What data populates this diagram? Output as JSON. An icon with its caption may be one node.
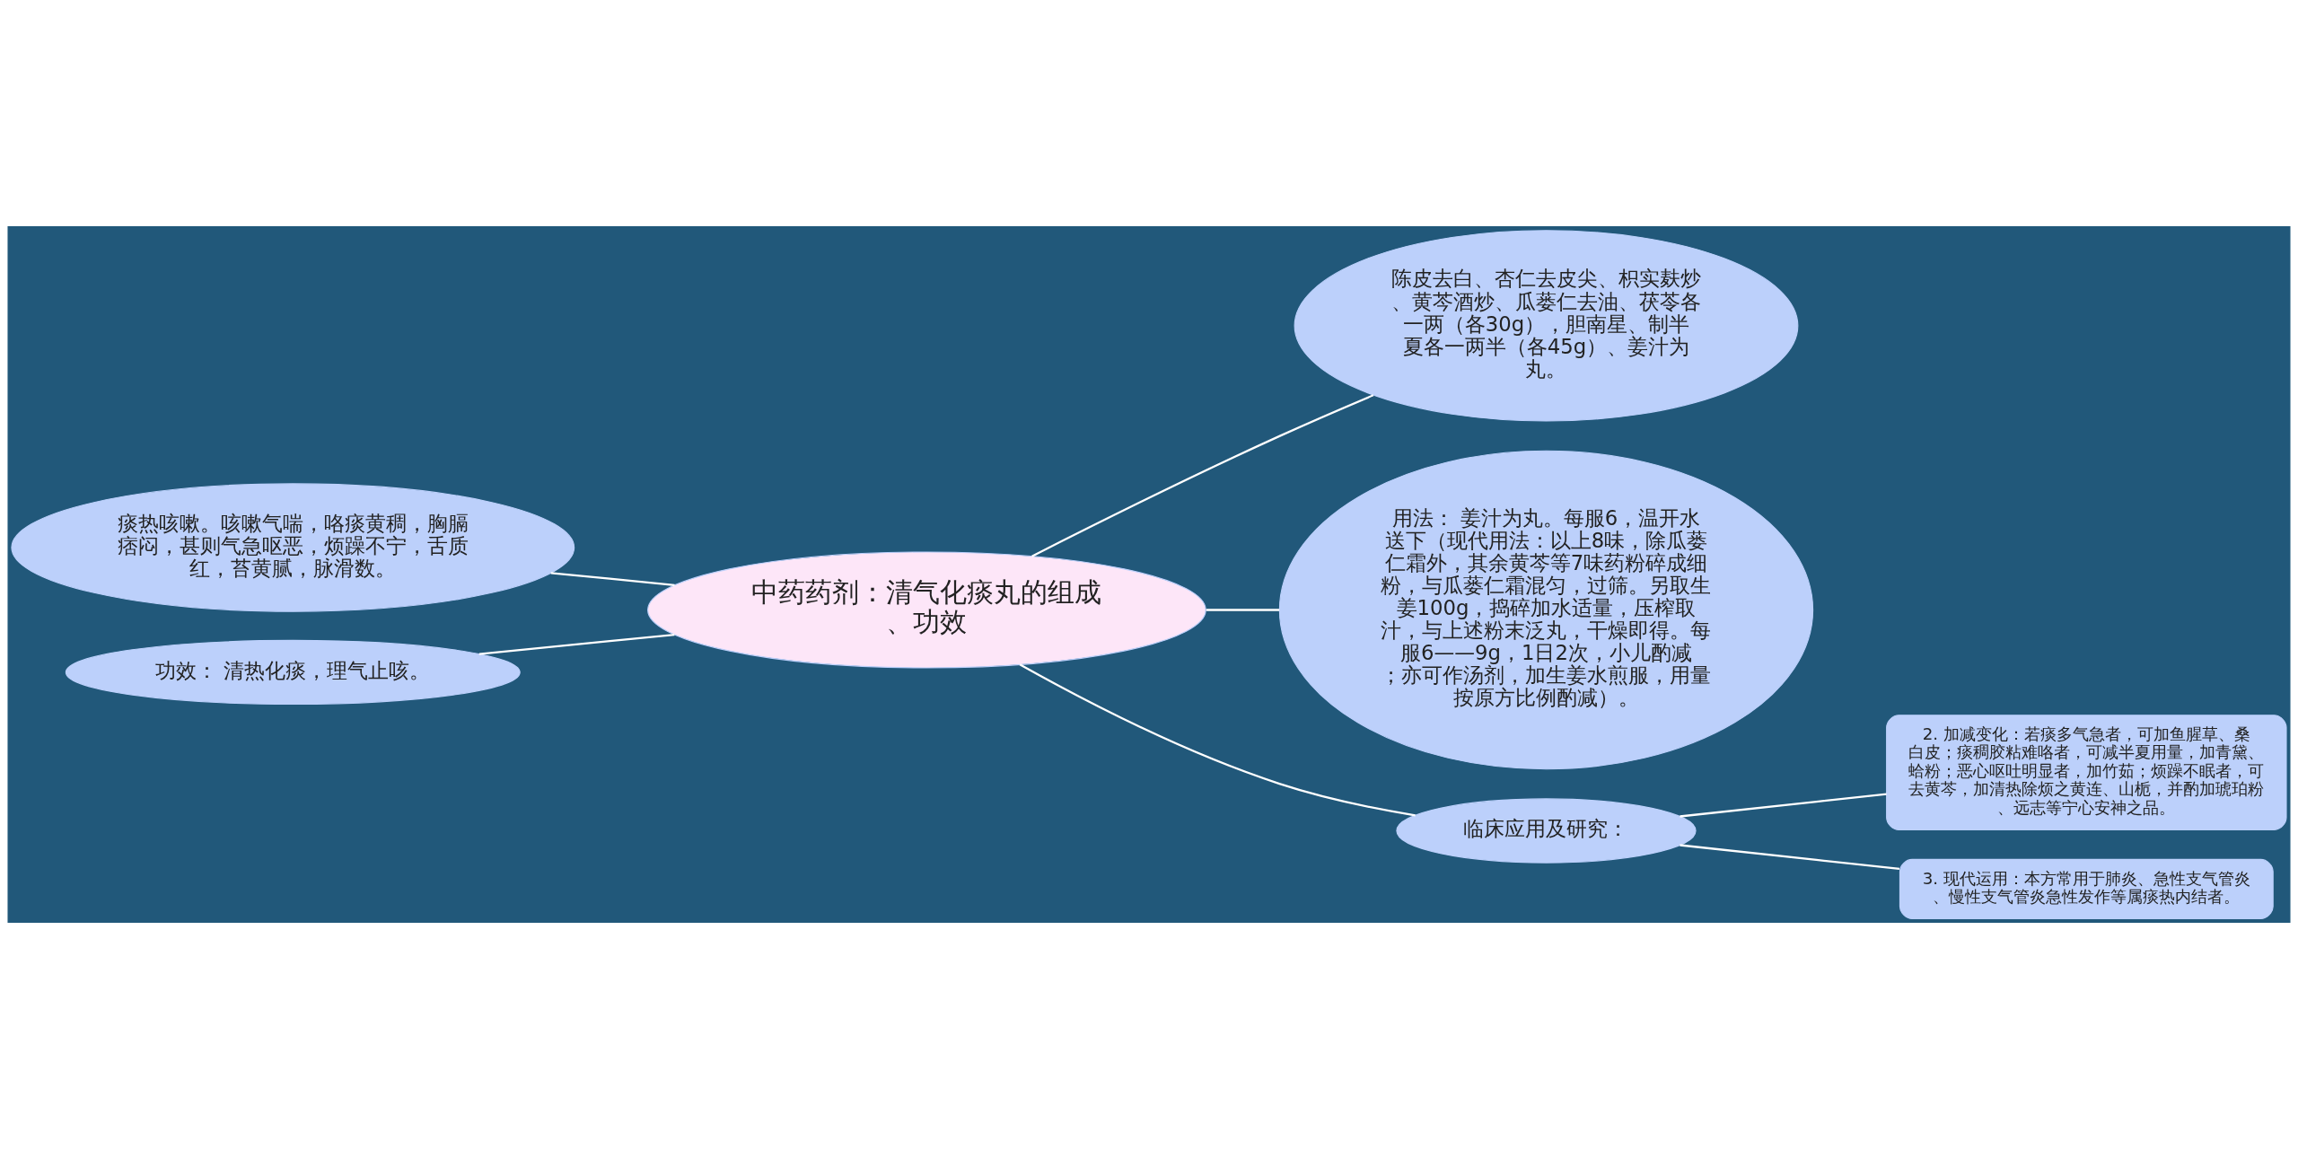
{
  "diagram": {
    "nodes": [
      {
        "text": [
          "中药药剂：清气化痰丸的组成、功效"
        ]
      },
      {
        "text": [
          "痰热咳嗽。咳嗽气喘，咯痰黄稠，胸膈痞闷，甚则气急呕恶，烦躁不宁，舌质红，苔黄腻，脉滑数。"
        ]
      },
      {
        "text": [
          "功效： 清热化痰，理气止咳。"
        ]
      },
      {
        "text": [
          "陈皮去白、杏仁去皮尖、枳实麸炒、黄芩酒炒、瓜蒌仁去油、茯苓各一两（各30g），胆南星、制半夏各一两半（各45g）、姜汁为丸。"
        ]
      },
      {
        "text": [
          "用法： 姜汁为丸。每服6，温开水送下（现代用法：以上8味，除瓜蒌仁霜外，其余黄芩等7味药粉碎成细粉，与瓜蒌仁霜混匀，过筛。另取生姜100g，捣碎加水适量，压榨取汁，与上述粉末泛丸，干燥即得。每服6——9g，1日2次，小儿酌减；亦可作汤剂，加生姜水煎服，用量按原方比例酌减）。"
        ]
      },
      {
        "text": [
          "临床应用及研究："
        ]
      },
      {
        "text": [
          "2. 加减变化：若痰多气急者，可加鱼腥草、桑白皮；痰稠胶粘难咯者，可减半夏用量，加青黛、蛤粉；恶心呕吐明显者，加竹茹；烦躁不眠者，可去黄芩，加清热除烦之黄连、山栀，并酌加琥珀粉、远志等宁心安神之品。"
        ]
      },
      {
        "text": [
          "3. 现代运用：本方常用于肺炎、急性支气管炎、慢性支气管炎急性发作等属痰热内结者。"
        ]
      }
    ],
    "edges": [
      {
        "from": 0,
        "to": 1,
        "arrow": "none"
      },
      {
        "from": 0,
        "to": 2,
        "arrow": "none"
      },
      {
        "from": 0,
        "to": 3,
        "arrow": "none"
      },
      {
        "from": 0,
        "to": 4,
        "arrow": "none"
      },
      {
        "from": 0,
        "to": 5,
        "arrow": "none"
      },
      {
        "from": 5,
        "to": 6,
        "arrow": "none"
      },
      {
        "from": 5,
        "to": 7,
        "arrow": "none"
      }
    ]
  }
}
